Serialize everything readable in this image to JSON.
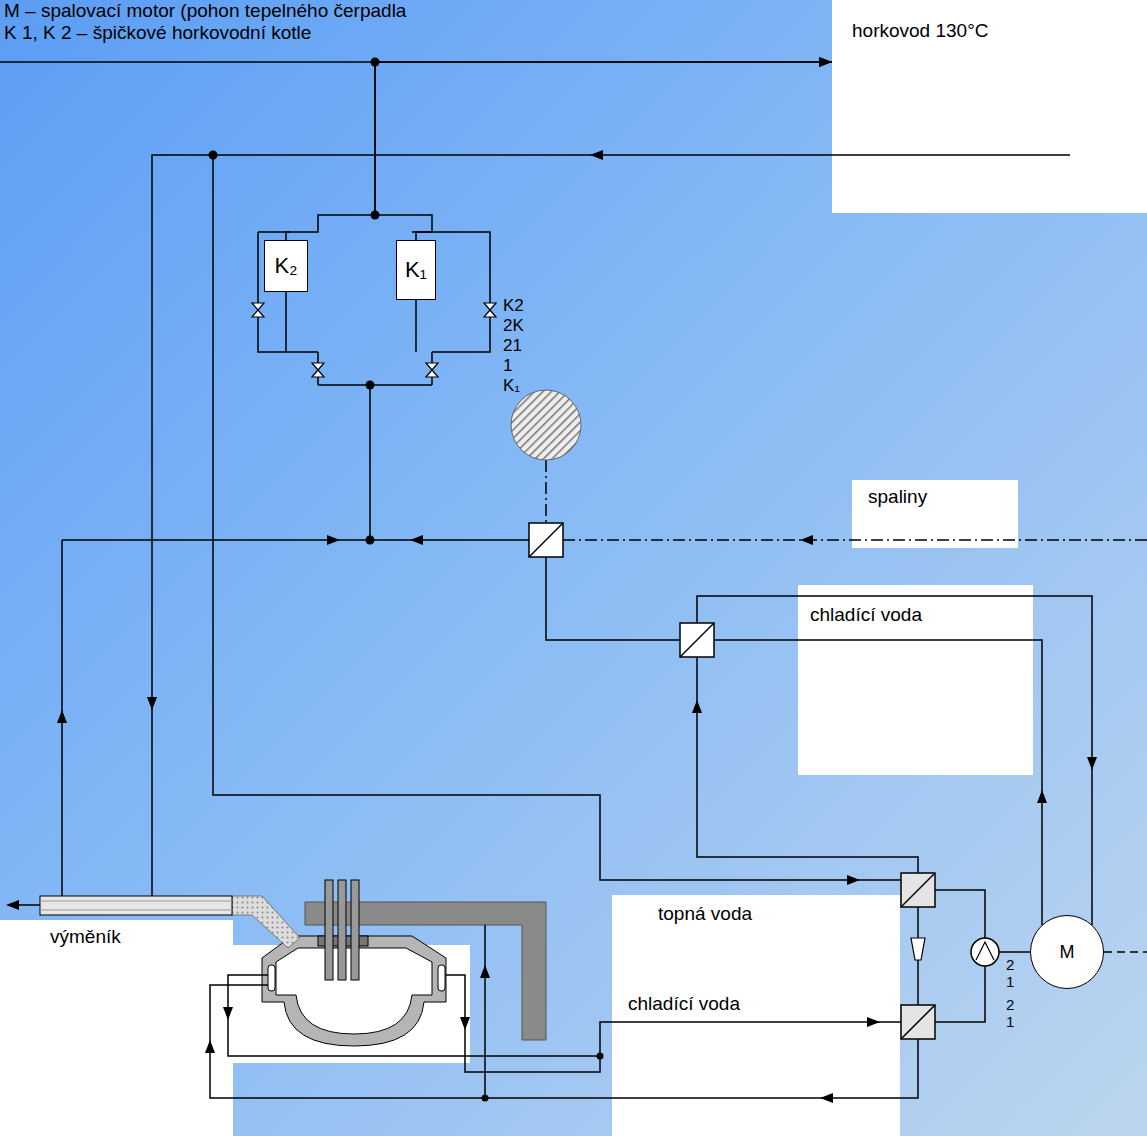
{
  "diagram": {
    "nodes": [
      {
        "text": [
          "horkovod 130°C"
        ]
      },
      {
        "text": [
          "K₂"
        ]
      },
      {
        "text": [
          "K₁"
        ]
      },
      {
        "text": [
          "spaliny"
        ]
      },
      {
        "text": [
          "chladící voda"
        ]
      },
      {
        "text": [
          "topná voda",
          "chladící voda"
        ]
      },
      {
        "text": [
          "M"
        ]
      },
      {
        "text": [
          "výměník"
        ]
      }
    ],
    "edges": [
      {
        "from": 1,
        "to": 0,
        "arrow": "to"
      },
      {
        "from": 2,
        "to": 0,
        "arrow": "to"
      }
    ],
    "labels": [
      "M – spalovací motor (pohon tepelného čerpadla",
      "K 1, K 2 – špičkové horkovodní kotle",
      "K2",
      "2K",
      "21",
      "1",
      "K₁",
      "2",
      "1",
      "2",
      "1"
    ]
  }
}
